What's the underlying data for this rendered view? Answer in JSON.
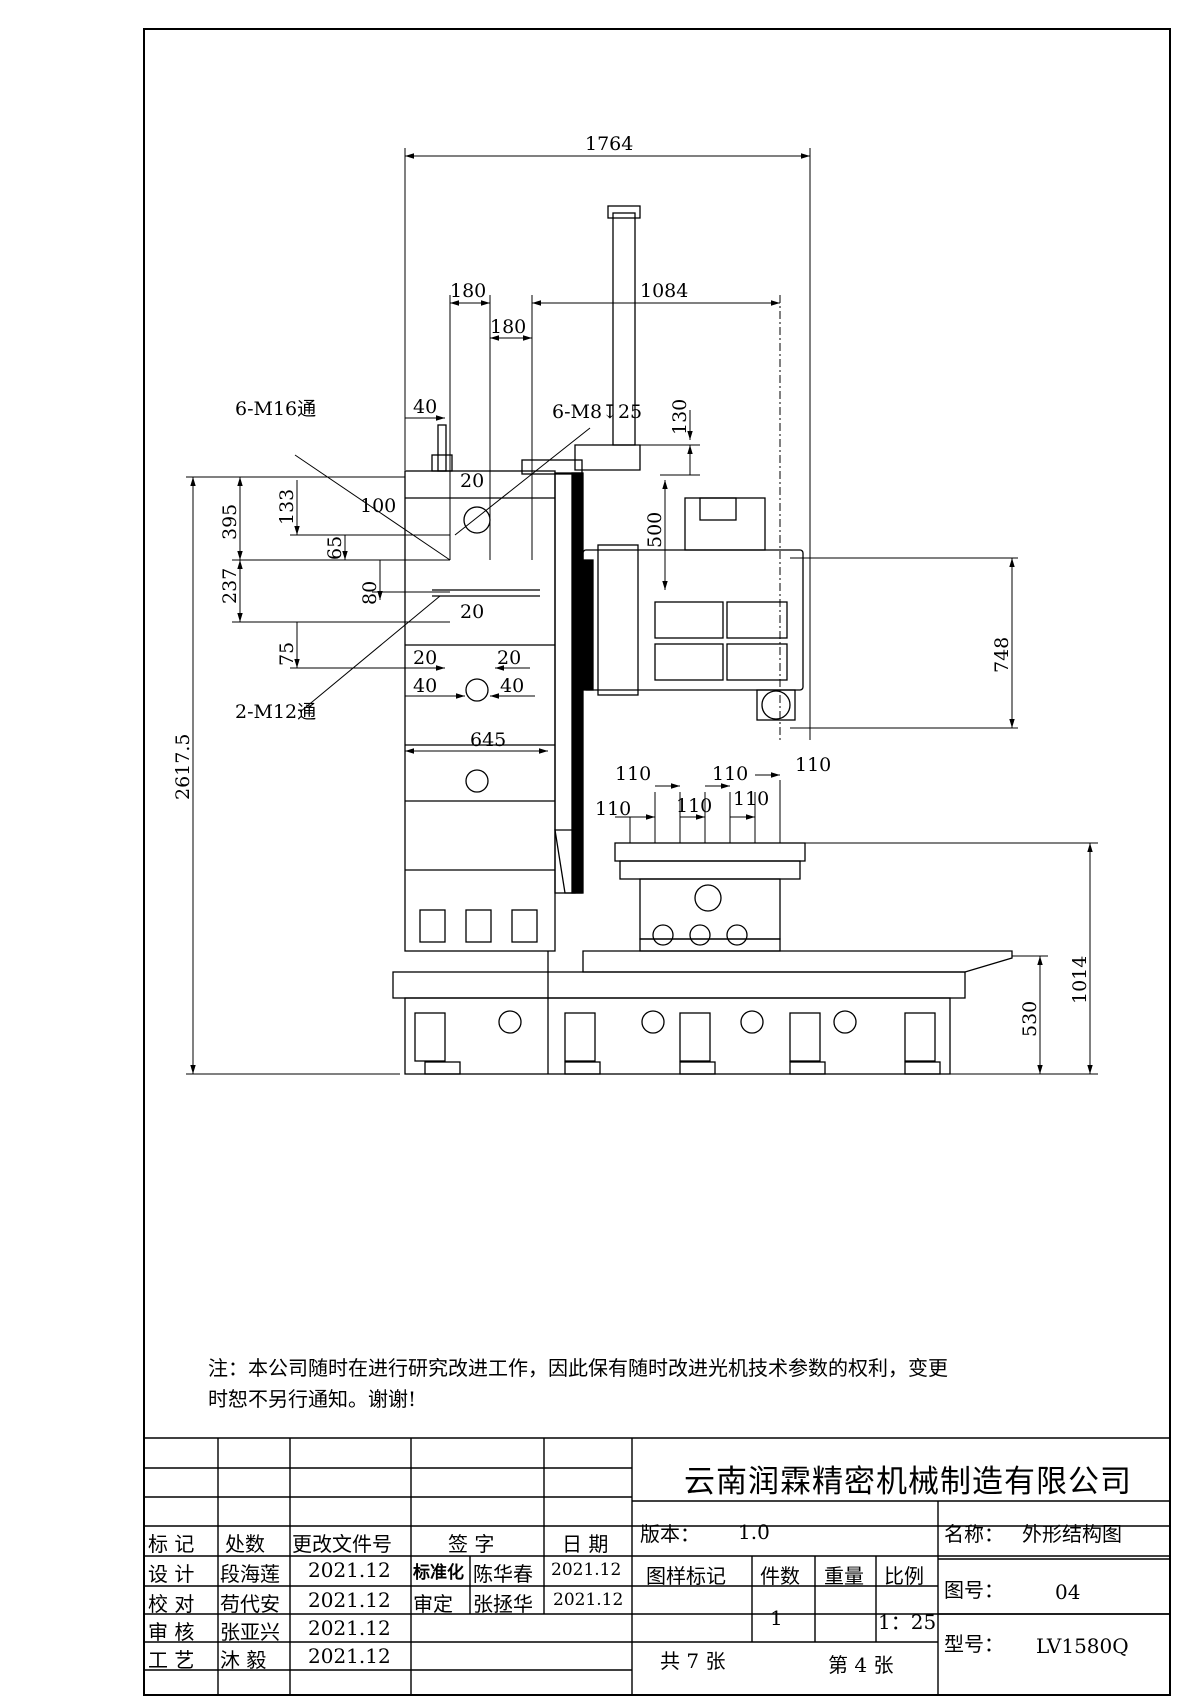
{
  "dimensions": {
    "overall_width": "1764",
    "d180_a": "180",
    "d180_b": "180",
    "d1084": "1084",
    "d40_top": "40",
    "d130": "130",
    "d20_a": "20",
    "d100": "100",
    "d395": "395",
    "d133": "133",
    "d65": "65",
    "d237": "237",
    "d80": "80",
    "d20_b": "20",
    "d500": "500",
    "d75": "75",
    "d20_c": "20",
    "d20_d": "20",
    "d40_a": "40",
    "d40_b": "40",
    "d645": "645",
    "d748": "748",
    "total_height": "2617.5",
    "d110_1": "110",
    "d110_2": "110",
    "d110_3": "110",
    "d110_4": "110",
    "d110_5": "110",
    "d110_6": "110",
    "d1014": "1014",
    "d530": "530"
  },
  "callouts": {
    "m16": "6-M16通",
    "m8": "6-M8↧25",
    "m12": "2-M12通"
  },
  "note": {
    "line1": "注：本公司随时在进行研究改进工作，因此保有随时改进光机技术参数的权利，变更",
    "line2": "时恕不另行通知。谢谢!"
  },
  "title_block": {
    "company": "云南润霖精密机械制造有限公司",
    "headers": {
      "mark": "标 记",
      "count": "处数",
      "doc": "更改文件号",
      "sign": "签 字",
      "date": "日 期"
    },
    "rows": [
      {
        "role": "设 计",
        "name": "段海莲",
        "date": "2021.12"
      },
      {
        "role": "校 对",
        "name": "苟代安",
        "date": "2021.12"
      },
      {
        "role": "审 核",
        "name": "张亚兴",
        "date": "2021.12"
      },
      {
        "role": "工 艺",
        "name": "沐 毅",
        "date": "2021.12"
      }
    ],
    "standard_label": "标准化",
    "standard_name": "陈华春",
    "standard_date": "2021.12",
    "approve_label": "审定",
    "approve_name": "张拯华",
    "approve_date": "2021.12",
    "version_label": "版本：",
    "version_value": "1.0",
    "pattern_label": "图样标记",
    "qty_label": "件数",
    "weight_label": "重量",
    "scale_label": "比例",
    "qty_value": "1",
    "scale_value": "1：25",
    "total_sheets": "共 7 张",
    "sheet_no": "第 4 张",
    "name_label": "名称：",
    "name_value": "外形结构图",
    "drawing_no_label": "图号：",
    "drawing_no_value": "04",
    "model_label": "型号：",
    "model_value": "LV1580Q"
  }
}
